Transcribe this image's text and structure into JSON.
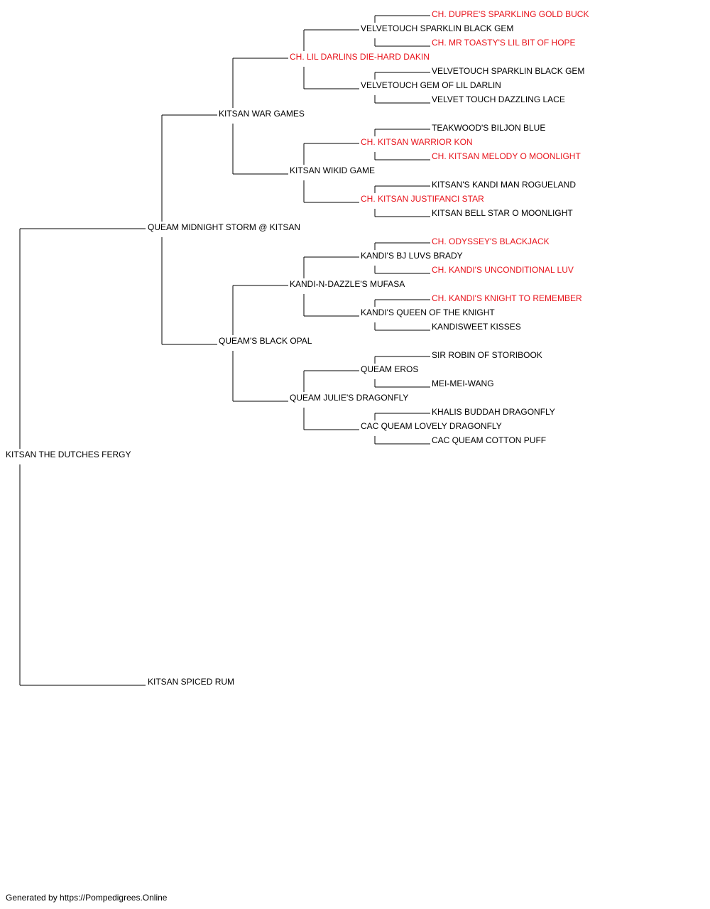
{
  "colors": {
    "text": "#000000",
    "champion": "#e8131b",
    "line": "#000000"
  },
  "subject": {
    "name": "KITSAN THE DUTCHES FERGY",
    "champion": false
  },
  "pedigree": {
    "sire": {
      "name": "QUEAM MIDNIGHT STORM @ KITSAN",
      "champion": false,
      "sire": {
        "name": "KITSAN WAR GAMES",
        "champion": false,
        "sire": {
          "name": "CH. LIL DARLINS DIE-HARD DAKIN",
          "champion": true,
          "sire": {
            "name": "VELVETOUCH SPARKLIN BLACK GEM",
            "champion": false,
            "sire": {
              "name": "CH. DUPRE'S SPARKLING GOLD BUCK",
              "champion": true
            },
            "dam": {
              "name": "CH. MR TOASTY'S LIL BIT OF HOPE",
              "champion": true
            }
          },
          "dam": {
            "name": "VELVETOUCH GEM OF LIL DARLIN",
            "champion": false,
            "sire": {
              "name": "VELVETOUCH SPARKLIN BLACK GEM",
              "champion": false
            },
            "dam": {
              "name": "VELVET TOUCH DAZZLING LACE",
              "champion": false
            }
          }
        },
        "dam": {
          "name": "KITSAN WIKID GAME",
          "champion": false,
          "sire": {
            "name": "CH. KITSAN WARRIOR KON",
            "champion": true,
            "sire": {
              "name": "TEAKWOOD'S BILJON BLUE",
              "champion": false
            },
            "dam": {
              "name": "CH. KITSAN MELODY O MOONLIGHT",
              "champion": true
            }
          },
          "dam": {
            "name": "CH. KITSAN JUSTIFANCI STAR",
            "champion": true,
            "sire": {
              "name": "KITSAN'S KANDI MAN ROGUELAND",
              "champion": false
            },
            "dam": {
              "name": "KITSAN BELL STAR O MOONLIGHT",
              "champion": false
            }
          }
        }
      },
      "dam": {
        "name": "QUEAM'S BLACK OPAL",
        "champion": false,
        "sire": {
          "name": "KANDI-N-DAZZLE'S MUFASA",
          "champion": false,
          "sire": {
            "name": "KANDI'S BJ LUVS BRADY",
            "champion": false,
            "sire": {
              "name": "CH. ODYSSEY'S BLACKJACK",
              "champion": true
            },
            "dam": {
              "name": "CH. KANDI'S UNCONDITIONAL LUV",
              "champion": true
            }
          },
          "dam": {
            "name": "KANDI'S QUEEN OF THE KNIGHT",
            "champion": false,
            "sire": {
              "name": "CH. KANDI'S KNIGHT TO REMEMBER",
              "champion": true
            },
            "dam": {
              "name": "KANDISWEET KISSES",
              "champion": false
            }
          }
        },
        "dam": {
          "name": "QUEAM JULIE'S DRAGONFLY",
          "champion": false,
          "sire": {
            "name": "QUEAM EROS",
            "champion": false,
            "sire": {
              "name": "SIR ROBIN OF STORIBOOK",
              "champion": false
            },
            "dam": {
              "name": "MEI-MEI-WANG",
              "champion": false
            }
          },
          "dam": {
            "name": "CAC QUEAM LOVELY DRAGONFLY",
            "champion": false,
            "sire": {
              "name": "KHALIS BUDDAH DRAGONFLY",
              "champion": false
            },
            "dam": {
              "name": "CAC QUEAM COTTON PUFF",
              "champion": false
            }
          }
        }
      }
    },
    "dam": {
      "name": "KITSAN SPICED RUM",
      "champion": false
    }
  },
  "footer": {
    "text": "Generated by https://Pompedigrees.Online"
  }
}
